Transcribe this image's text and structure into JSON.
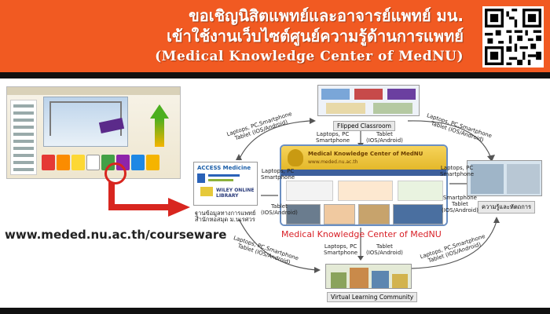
{
  "header": {
    "title_line1": "ขอเชิญนิสิตแพทย์และอาจารย์แพทย์ มน.",
    "title_line2": "เข้าใช้งานเว็บไซต์ศูนย์ความรู้ด้านการแพทย์",
    "title_line3": "(Medical Knowledge Center of MedNU)",
    "background_color": "#f15a22"
  },
  "left_panel": {
    "url": "www.meded.nu.ac.th/courseware"
  },
  "diagram": {
    "center_label": "Medical Knowledge Center of MedNU",
    "center_site_title": "Medical Knowledge Center of MedNU",
    "nodes": {
      "top": "Flipped Classroom",
      "left": "ฐานข้อมูลทางการแพทย์\nสำนักหอสมุด ม.นเรศวร",
      "right": "ความรู้และหัตถการ",
      "bottom": "Virtual Learning Community"
    },
    "left_logos": [
      "ACCESS Medicine",
      "WILEY ONLINE LIBRARY"
    ],
    "device_labels": {
      "top_inner": "Laptops, PC\nSmartphone",
      "top_inner_right": "Tablet\n(IOS/Android)",
      "left_inner": "Laptops, PC\nSmartphone",
      "left_inner2": "Tablet\n(IOS/Android)",
      "right_inner": "Laptops, PC\nSmartphone",
      "right_inner2": "Smartphone\nTablet\n(IOS/Android)",
      "bottom_inner": "Laptops, PC\nSmartphone",
      "bottom_inner2": "Tablet\n(IOS/Android)",
      "arc_tl": "Laptops, PC,Smartphone\nTablet (IOS/Android)",
      "arc_tr": "Laptops, PC,Smartphone\nTablet (IOS/Android)",
      "arc_bl": "Laptops, PC,Smartphone\nTablet (IOS/Android)",
      "arc_br": "Laptops, PC,Smartphone\nTablet (IOS/Android)"
    }
  }
}
